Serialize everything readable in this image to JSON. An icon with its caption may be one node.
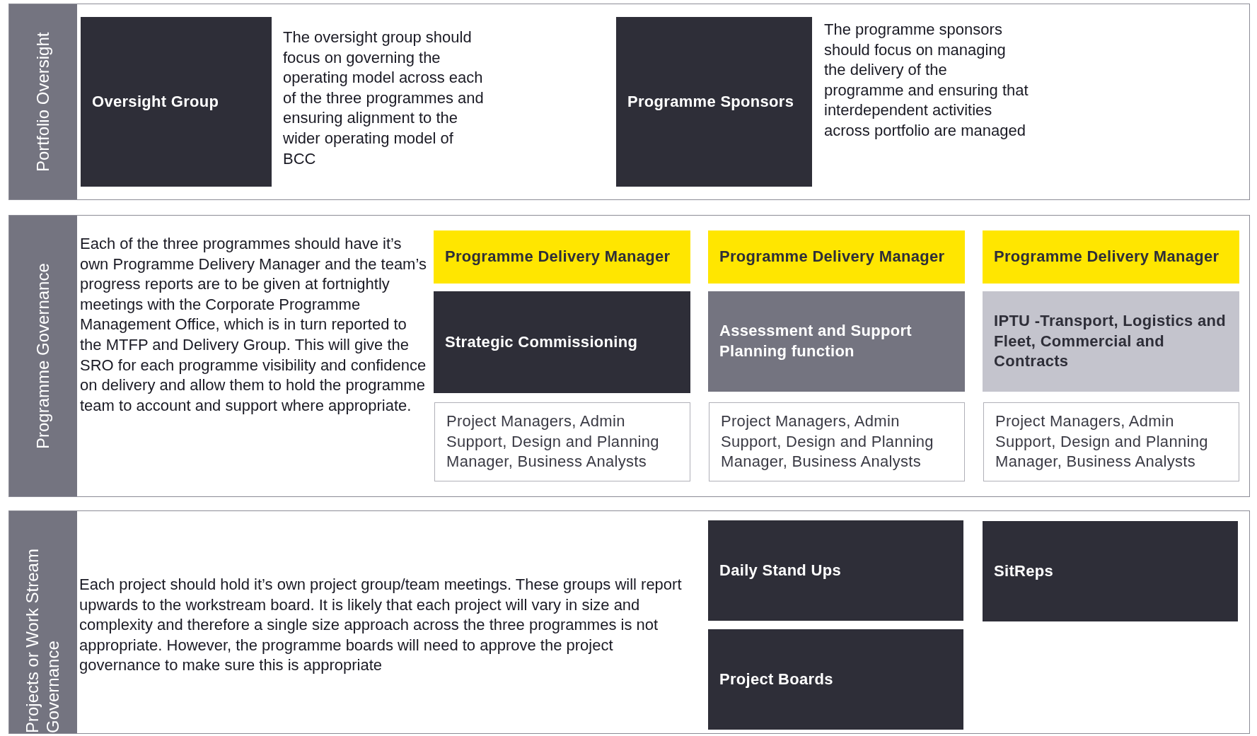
{
  "diagram": {
    "nodes": [
      {
        "text": [
          "Portfolio Oversight"
        ]
      },
      {
        "text": [
          "Oversight Group"
        ],
        "in": 0,
        "beside": [
          "The oversight group should focus on governing the operating model across each of the three programmes and ensuring alignment to the wider operating model of BCC"
        ]
      },
      {
        "text": [
          "Programme Sponsors"
        ],
        "in": 0,
        "beside": [
          "The programme sponsors should focus on managing the delivery of the programme and ensuring that interdependent activities across portfolio are managed"
        ]
      },
      {
        "text": [
          "Programme Governance",
          "Each of the three programmes should have it’s own Programme Delivery Manager and the team’s progress reports are to be given at fortnightly meetings with the Corporate Programme Management Office, which is in turn reported to the MTFP and Delivery Group. This will give the SRO for each programme visibility and confidence on delivery and allow them to hold the programme team to account and support where appropriate."
        ]
      },
      {
        "text": [
          "Programme Delivery Manager"
        ],
        "in": 3
      },
      {
        "text": [
          "Strategic Commissioning"
        ],
        "in": 3
      },
      {
        "text": [
          "Project Managers, Admin Support, Design and Planning Manager, Business Analysts"
        ],
        "in": 3
      },
      {
        "text": [
          "Programme Delivery Manager"
        ],
        "in": 3
      },
      {
        "text": [
          "Assessment and Support Planning function"
        ],
        "in": 3
      },
      {
        "text": [
          "Project Managers, Admin Support, Design and Planning Manager, Business Analysts"
        ],
        "in": 3
      },
      {
        "text": [
          "Programme Delivery Manager"
        ],
        "in": 3
      },
      {
        "text": [
          "IPTU -Transport, Logistics and Fleet, Commercial and Contracts"
        ],
        "in": 3
      },
      {
        "text": [
          "Project Managers, Admin Support, Design and Planning Manager, Business Analysts"
        ],
        "in": 3
      },
      {
        "text": [
          "Projects or Work Stream Governance",
          "Each project should hold it’s own project group/team meetings. These groups will report upwards to the workstream board. It is likely that each project will vary in size and complexity and therefore a single size approach across the three programmes is not appropriate. However, the programme boards will need to approve the project governance to make sure this is appropriate"
        ]
      },
      {
        "text": [
          "Daily Stand Ups"
        ],
        "in": 13
      },
      {
        "text": [
          "SitReps"
        ],
        "in": 13
      },
      {
        "text": [
          "Project Boards"
        ],
        "in": 13
      }
    ],
    "edges": []
  }
}
